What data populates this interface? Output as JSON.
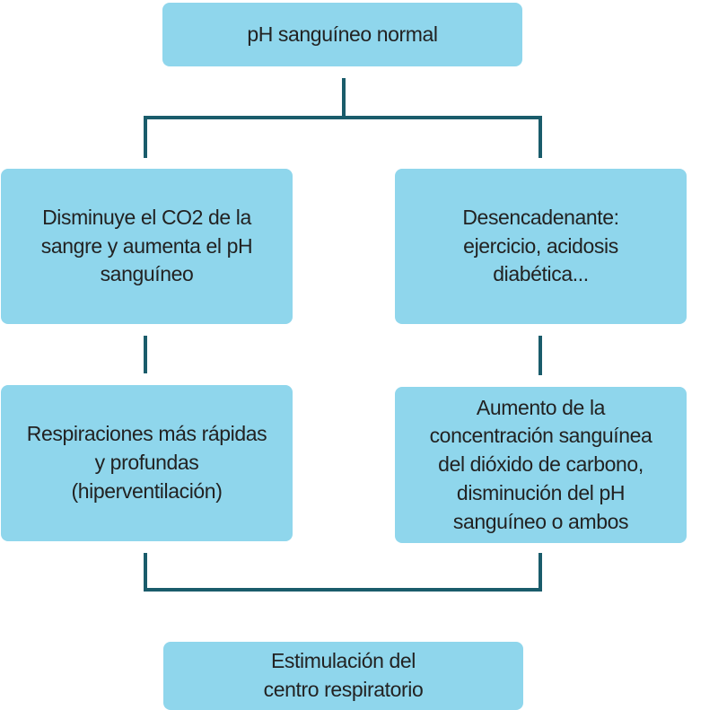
{
  "diagram": {
    "nodes": {
      "top": "pH sanguíneo normal",
      "left_upper": "Disminuye el CO2 de la\nsangre y aumenta el pH\nsanguíneo",
      "right_upper": "Desencadenante:\nejercicio, acidosis\ndiabética...",
      "left_lower": "Respiraciones más rápidas\ny profundas\n(hiperventilación)",
      "right_lower": "Aumento de la\nconcentración sanguínea\ndel dióxido de carbono,\ndisminución del pH\nsanguíneo o ambos",
      "bottom": "Estimulación del\ncentro respiratorio"
    },
    "colors": {
      "box_fill": "#8fd6ec",
      "connector": "#1a5c6b",
      "text": "#222222"
    }
  }
}
